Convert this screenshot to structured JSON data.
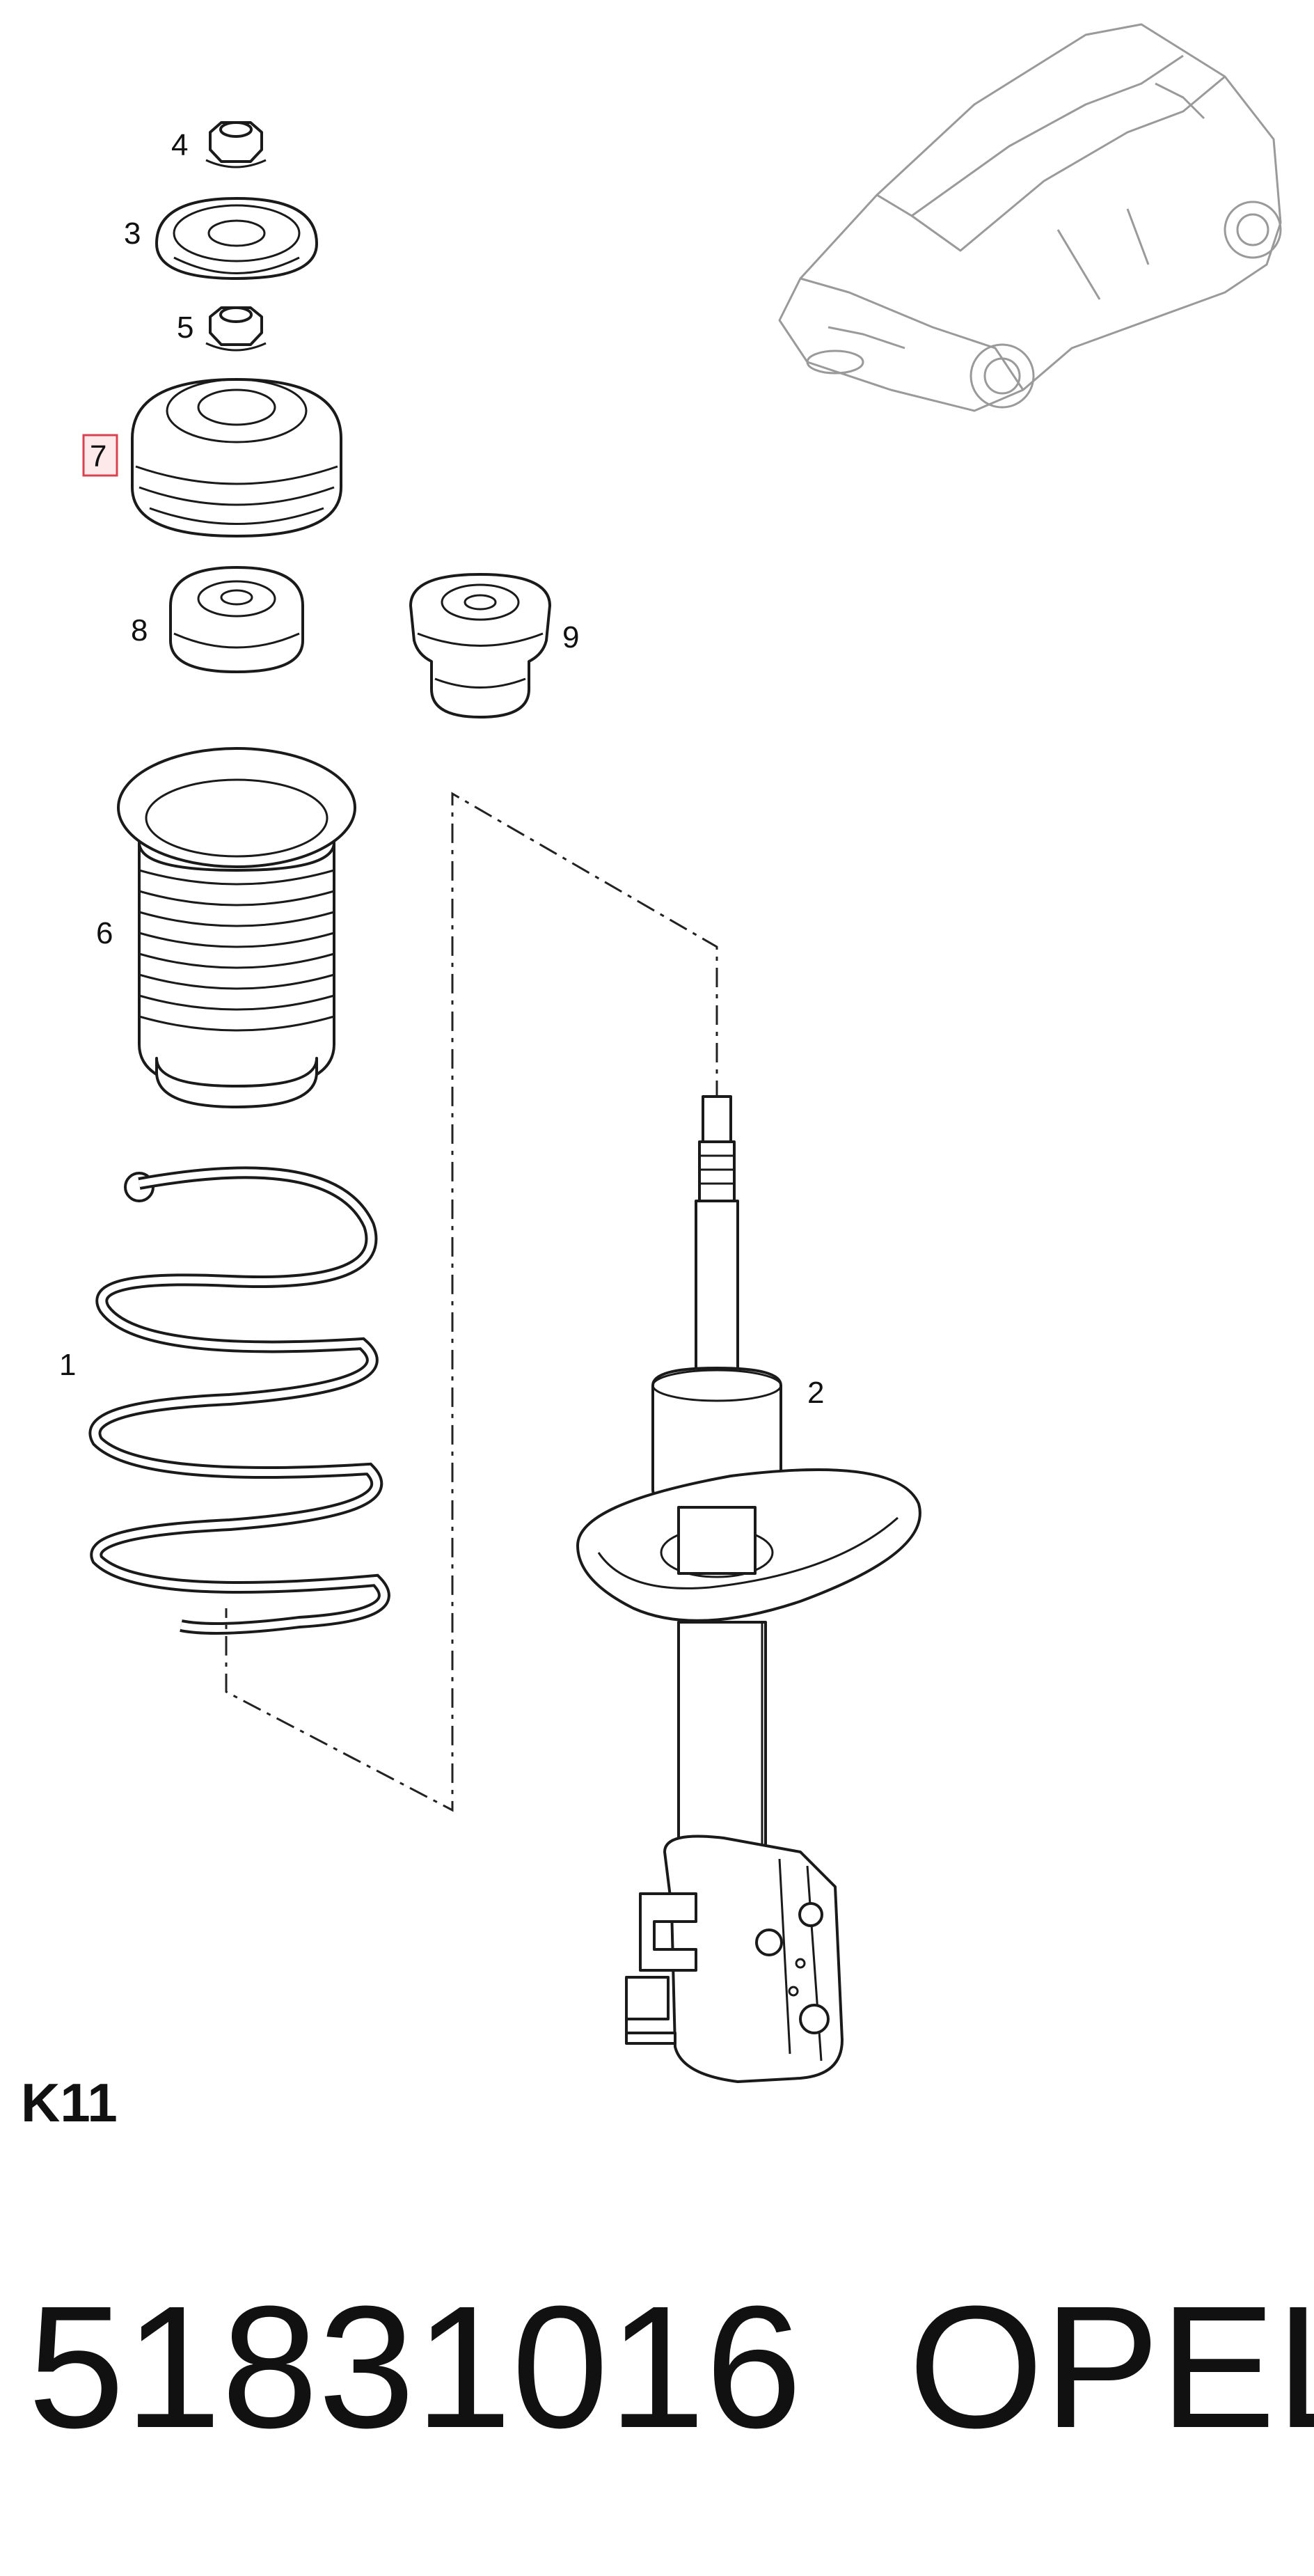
{
  "callouts": {
    "c1": "1",
    "c2": "2",
    "c3": "3",
    "c4": "4",
    "c5": "5",
    "c6": "6",
    "c7": "7",
    "c8": "8",
    "c9": "9"
  },
  "highlighted_callout": "7",
  "section_code": "K11",
  "footer": {
    "part_number": "51831016",
    "brand": "OPEL"
  },
  "colors": {
    "highlight_border": "#d9434f",
    "line": "#1a1a1a",
    "car_outline": "#9a9a9a"
  }
}
